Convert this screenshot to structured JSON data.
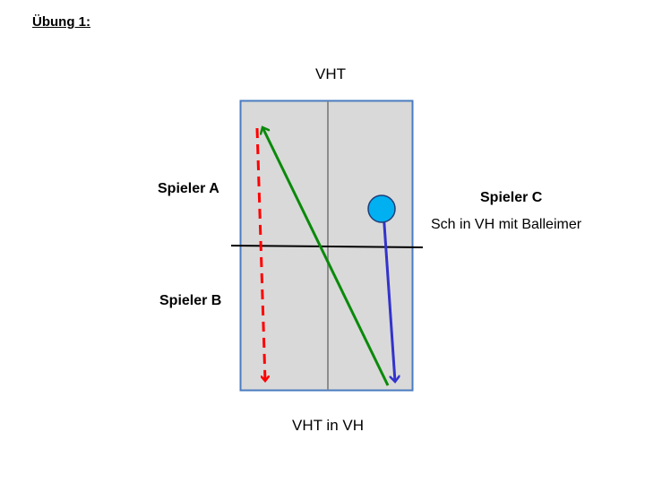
{
  "title": "Übung 1:",
  "table": {
    "top_label": "VHT",
    "bottom_label": "VHT in VH"
  },
  "players": {
    "a": "Spieler A",
    "b": "Spieler B",
    "c": "Spieler C",
    "c_note": "Sch in VH mit Balleimer"
  },
  "colors": {
    "table_fill": "#d9d9d9",
    "table_border": "#4a7cc0",
    "center_line": "#8c8c8c",
    "net": "#000000",
    "red_arrow": "#ff0000",
    "green_arrow": "#0a8a0a",
    "blue_arrow": "#3333cc",
    "ball": "#00b0f0"
  }
}
